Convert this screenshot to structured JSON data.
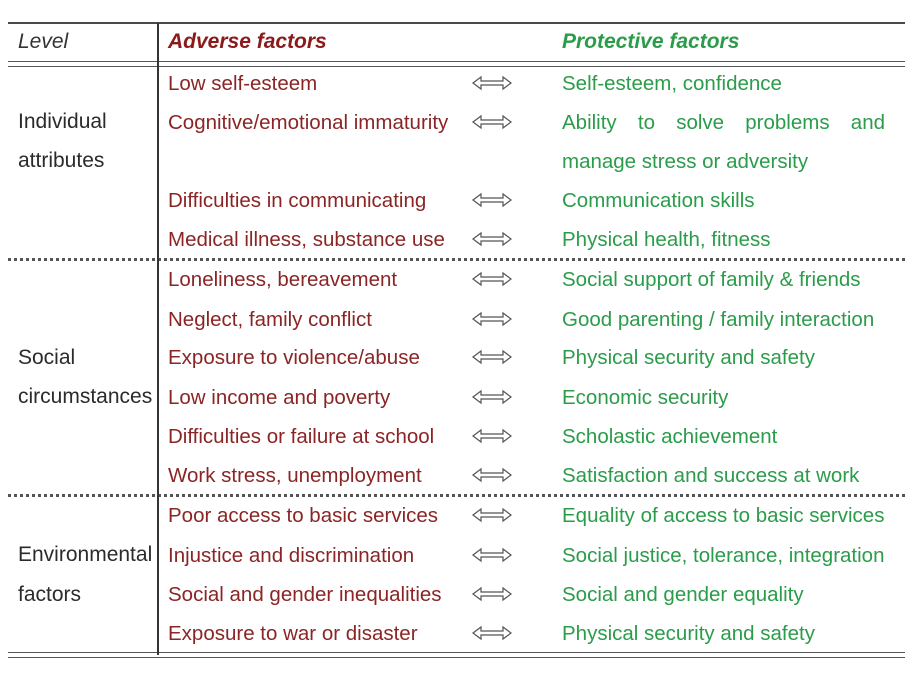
{
  "header": {
    "level": "Level",
    "adverse": "Adverse factors",
    "protective": "Protective factors"
  },
  "groups": [
    {
      "label_lines": [
        "Individual",
        "attributes"
      ],
      "rows": [
        {
          "adverse": "Low self-esteem",
          "protective": "Self-esteem, confidence"
        },
        {
          "adverse": "Cognitive/emotional immaturity",
          "protective": "Ability to solve problems and"
        },
        {
          "adverse": "",
          "protective": "manage stress or adversity"
        },
        {
          "adverse": "Difficulties in communicating",
          "protective": "Communication skills"
        },
        {
          "adverse": "Medical illness, substance use",
          "protective": "Physical health, fitness"
        }
      ]
    },
    {
      "label_lines": [
        "Social",
        "circumstances"
      ],
      "rows": [
        {
          "adverse": "Loneliness, bereavement",
          "protective": "Social support of family & friends"
        },
        {
          "adverse": "Neglect, family conflict",
          "protective": "Good parenting / family interaction"
        },
        {
          "adverse": "Exposure to violence/abuse",
          "protective": "Physical security and safety"
        },
        {
          "adverse": "Low income and poverty",
          "protective": "Economic security"
        },
        {
          "adverse": "Difficulties or failure at school",
          "protective": "Scholastic achievement"
        },
        {
          "adverse": "Work stress, unemployment",
          "protective": "Satisfaction and success at work"
        }
      ]
    },
    {
      "label_lines": [
        "Environmental",
        "factors"
      ],
      "rows": [
        {
          "adverse": "Poor access to basic services",
          "protective": "Equality of access to basic services"
        },
        {
          "adverse": "Injustice and discrimination",
          "protective": "Social justice, tolerance, integration"
        },
        {
          "adverse": "Social and gender inequalities",
          "protective": "Social and gender equality"
        },
        {
          "adverse": "Exposure to war or disaster",
          "protective": "Physical security and safety"
        }
      ]
    }
  ],
  "colors": {
    "adverse": "#8b2525",
    "protective": "#2a9c4a",
    "text": "#2b2b2b"
  },
  "icons": {
    "arrow": "double-headed-arrow-icon"
  }
}
